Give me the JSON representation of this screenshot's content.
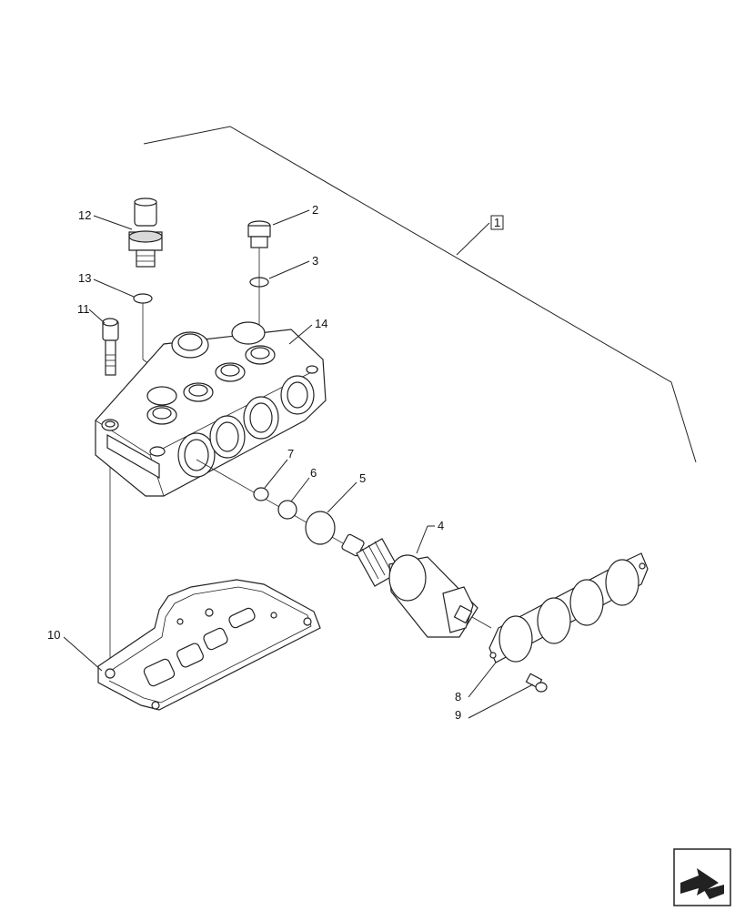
{
  "callouts": {
    "c1": "1",
    "c2": "2",
    "c3": "3",
    "c4": "4",
    "c5": "5",
    "c6": "6",
    "c7": "7",
    "c8": "8",
    "c9": "9",
    "c10": "10",
    "c11": "11",
    "c12": "12",
    "c13": "13",
    "c14": "14"
  },
  "icons": {
    "nav": "next-page-arrow-icon"
  }
}
